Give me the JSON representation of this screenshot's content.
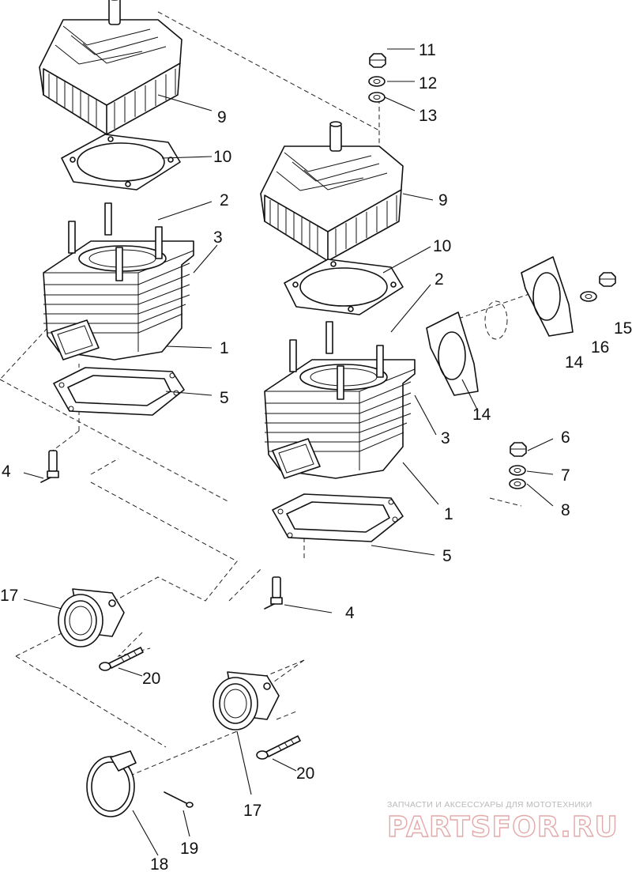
{
  "watermark": {
    "tagline": "ЗАПЧАСТИ И АКСЕССУАРЫ ДЛЯ МОТОТЕХНИКИ",
    "brand": "PARTSFOR.RU"
  },
  "callouts": {
    "c1": "1",
    "c1b": "1",
    "c2": "2",
    "c2b": "2",
    "c3": "3",
    "c3b": "3",
    "c4": "4",
    "c4b": "4",
    "c5": "5",
    "c5b": "5",
    "c6": "6",
    "c7": "7",
    "c8": "8",
    "c9": "9",
    "c9b": "9",
    "c10": "10",
    "c10b": "10",
    "c11": "11",
    "c12": "12",
    "c13": "13",
    "c14": "14",
    "c14b": "14",
    "c15": "15",
    "c16": "16",
    "c17": "17",
    "c17b": "17",
    "c18": "18",
    "c19": "19",
    "c20": "20",
    "c20b": "20"
  }
}
